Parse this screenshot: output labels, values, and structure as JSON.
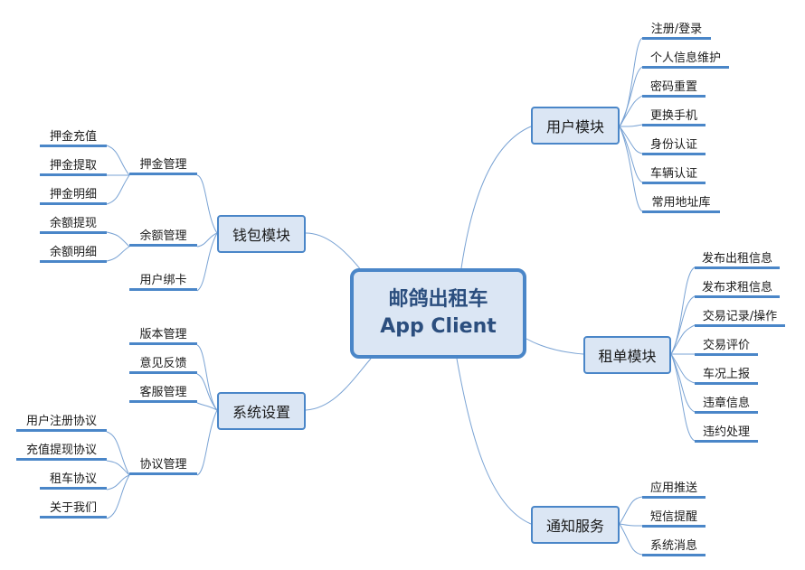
{
  "central": {
    "line1": "邮鸽出租车",
    "line2": "App Client"
  },
  "user_module": {
    "label": "用户模块",
    "items": [
      "注册/登录",
      "个人信息维护",
      "密码重置",
      "更换手机",
      "身份认证",
      "车辆认证",
      "常用地址库"
    ]
  },
  "rental_module": {
    "label": "租单模块",
    "items": [
      "发布出租信息",
      "发布求租信息",
      "交易记录/操作",
      "交易评价",
      "车况上报",
      "违章信息",
      "违约处理"
    ]
  },
  "notify_module": {
    "label": "通知服务",
    "items": [
      "应用推送",
      "短信提醒",
      "系统消息"
    ]
  },
  "wallet_module": {
    "label": "钱包模块",
    "groups": [
      {
        "label": "押金管理",
        "items": [
          "押金充值",
          "押金提取",
          "押金明细"
        ]
      },
      {
        "label": "余额管理",
        "items": [
          "余额提现",
          "余额明细"
        ]
      },
      {
        "label": "用户绑卡",
        "items": []
      }
    ]
  },
  "settings_module": {
    "label": "系统设置",
    "groups": [
      {
        "label": "版本管理",
        "items": []
      },
      {
        "label": "意见反馈",
        "items": []
      },
      {
        "label": "客服管理",
        "items": []
      },
      {
        "label": "协议管理",
        "items": [
          "用户注册协议",
          "充值提现协议",
          "租车协议",
          "关于我们"
        ]
      }
    ]
  },
  "colors": {
    "line": "#4a86c8",
    "connector": "#7aa3d4",
    "fill": "#dbe6f4",
    "central_text": "#2b4e7e"
  }
}
